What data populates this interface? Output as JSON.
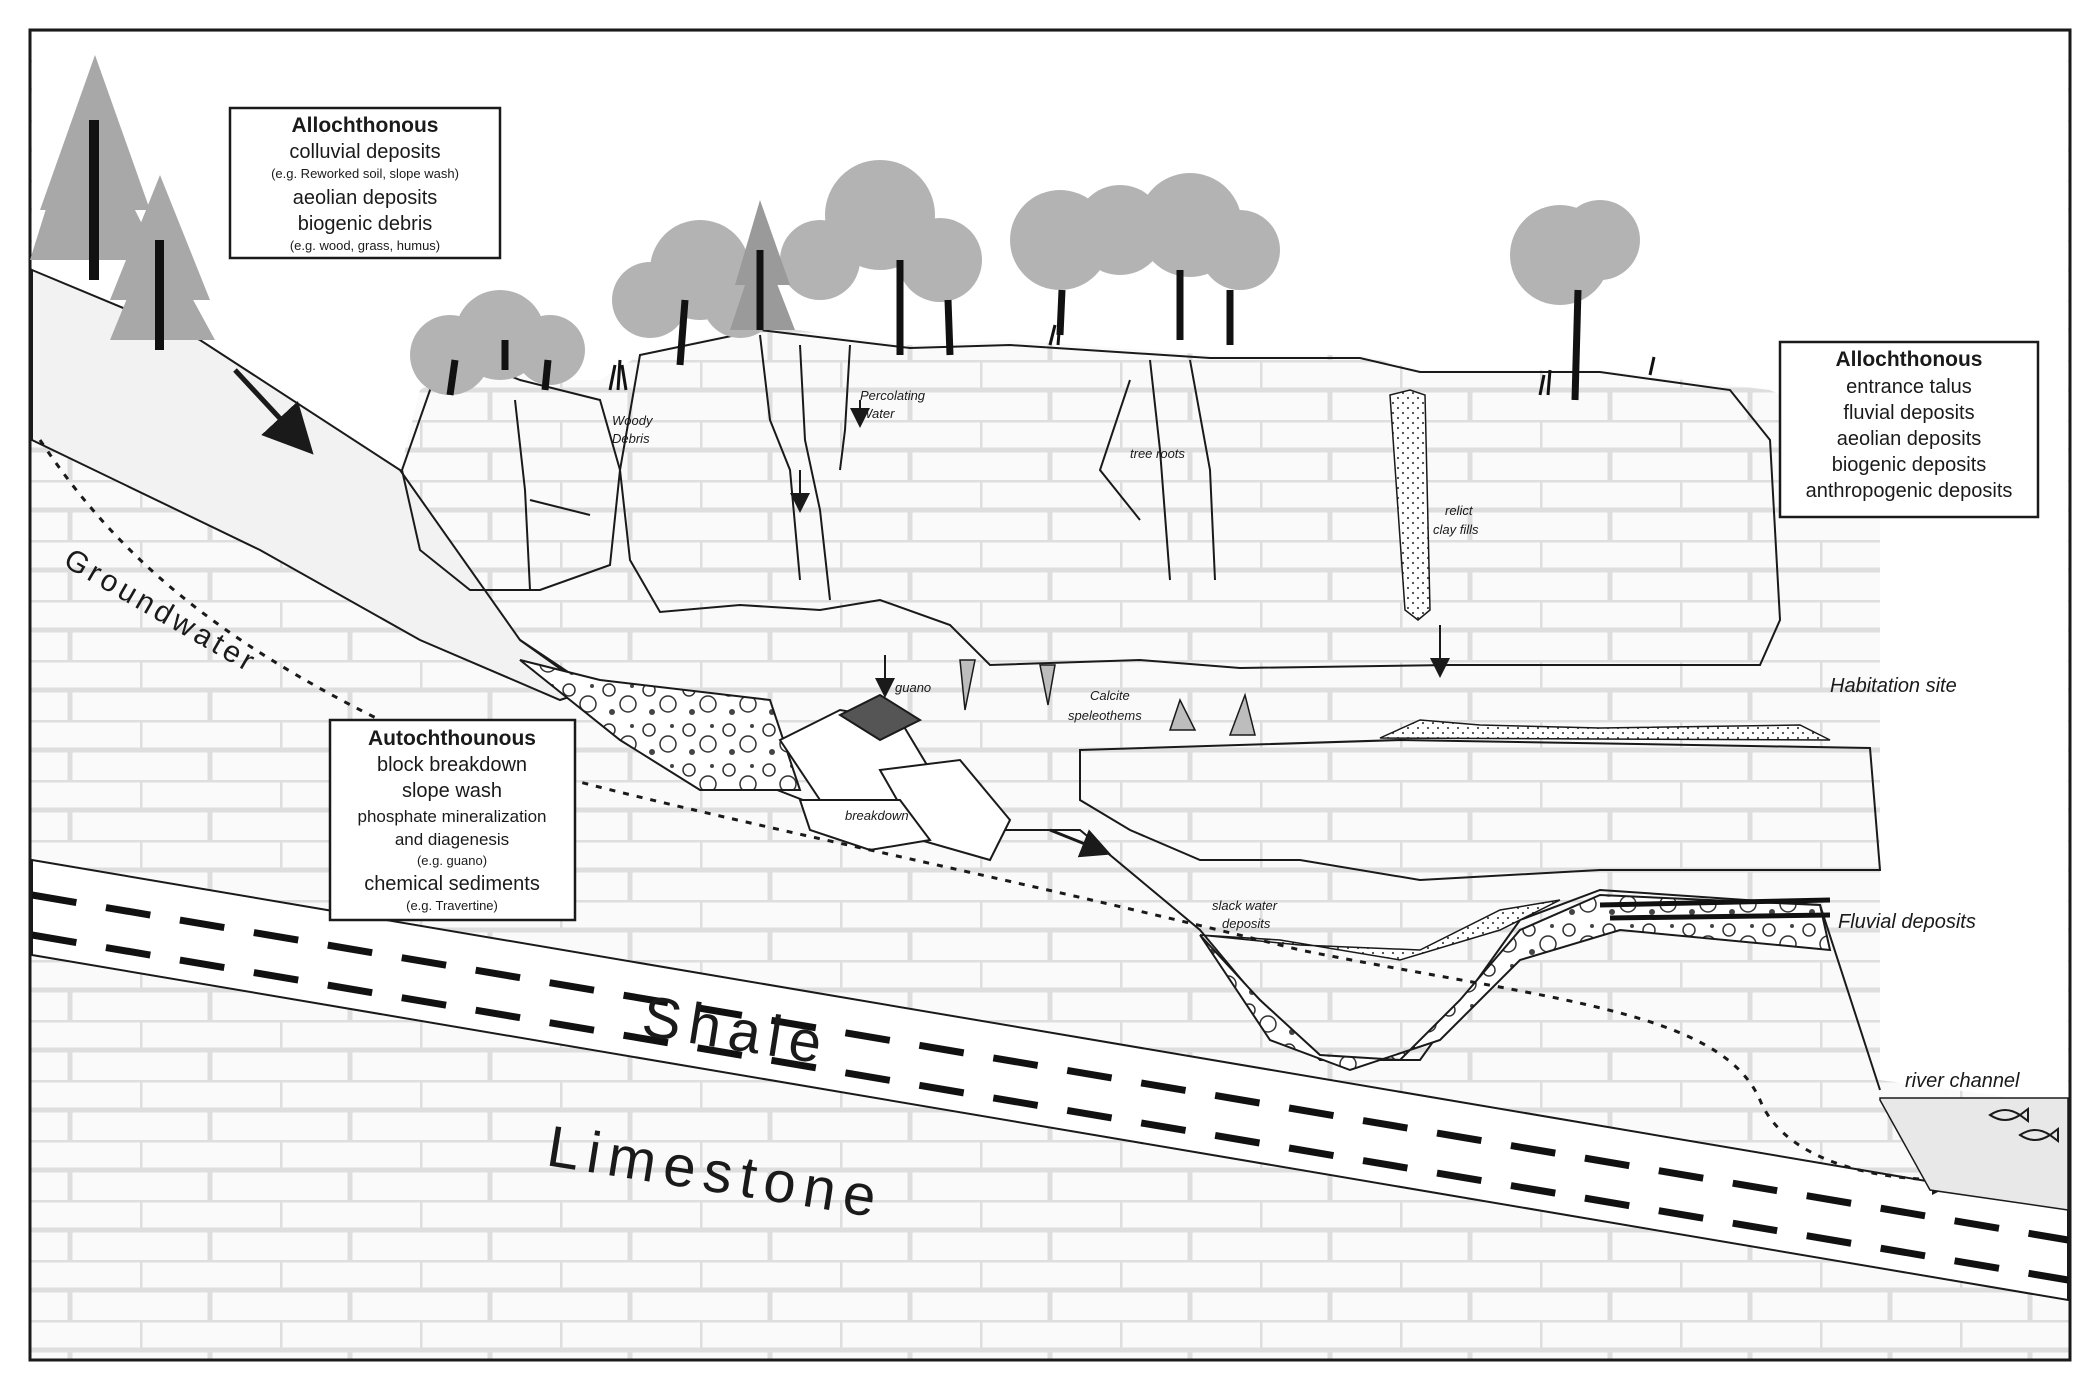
{
  "legend_top_left": {
    "title": "Allochthonous",
    "lines": [
      "colluvial deposits",
      "(e.g. Reworked soil, slope wash)",
      "aeolian deposits",
      "biogenic debris",
      "(e.g. wood, grass, humus)"
    ]
  },
  "legend_right": {
    "title": "Allochthonous",
    "lines": [
      "entrance talus",
      "fluvial deposits",
      "aeolian deposits",
      "biogenic deposits",
      "anthropogenic deposits"
    ]
  },
  "legend_auto": {
    "title": "Autochthounous",
    "lines": [
      "block breakdown",
      "slope wash",
      "phosphate mineralization",
      "and diagenesis",
      "(e.g. guano)",
      "chemical sediments",
      "(e.g. Travertine)"
    ]
  },
  "labels": {
    "woody_debris_1": "Woody",
    "woody_debris_2": "Debris",
    "percolating_1": "Percolating",
    "percolating_2": "Water",
    "tree_roots": "tree roots",
    "relict_1": "relict",
    "relict_2": "clay fills",
    "guano": "guano",
    "calcite_1": "Calcite",
    "calcite_2": "speleothems",
    "breakdown": "breakdown",
    "habitation_site": "Habitation site",
    "slack_1": "slack water",
    "slack_2": "deposits",
    "fluvial_deposits": "Fluvial deposits",
    "river_channel": "river channel",
    "groundwater": "Groundwater",
    "shale": "Shale",
    "limestone": "Limestone"
  },
  "colors": {
    "foliage": "#b3b3b3",
    "bedrock_lines": "#e6e6e6",
    "stroke": "#1a1a1a"
  }
}
